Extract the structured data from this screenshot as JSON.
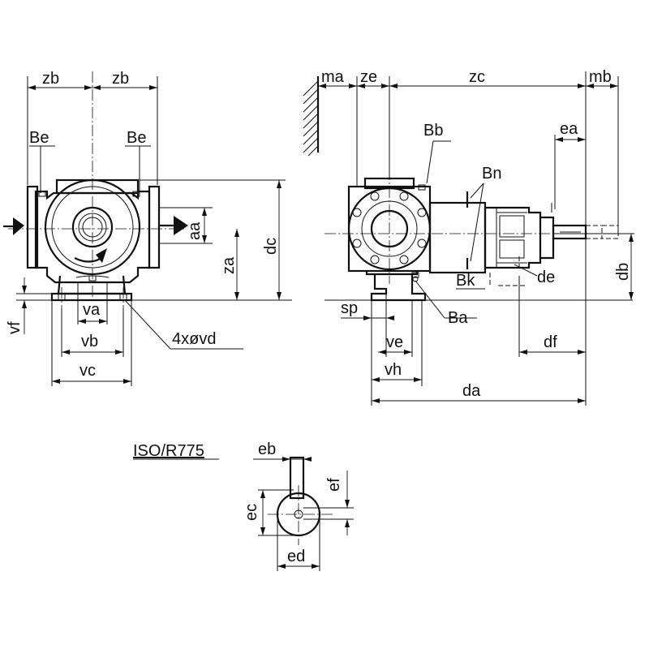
{
  "labels": {
    "zb_left": "zb",
    "zb_right": "zb",
    "be_left": "Be",
    "be_right": "Be",
    "aa": "aa",
    "za": "za",
    "dc": "dc",
    "vf": "vf",
    "va": "va",
    "vb": "vb",
    "vc": "vc",
    "vd": "4xøvd",
    "ma": "ma",
    "ze": "ze",
    "zc": "zc",
    "mb": "mb",
    "bb": "Bb",
    "ea": "ea",
    "bn": "Bn",
    "db": "db",
    "de": "de",
    "bk": "Bk",
    "sp": "sp",
    "ba": "Ba",
    "ve": "ve",
    "vh": "vh",
    "df": "df",
    "da": "da",
    "iso": "ISO/R775",
    "eb": "eb",
    "ef": "ef",
    "ec": "ec",
    "ed": "ed"
  }
}
